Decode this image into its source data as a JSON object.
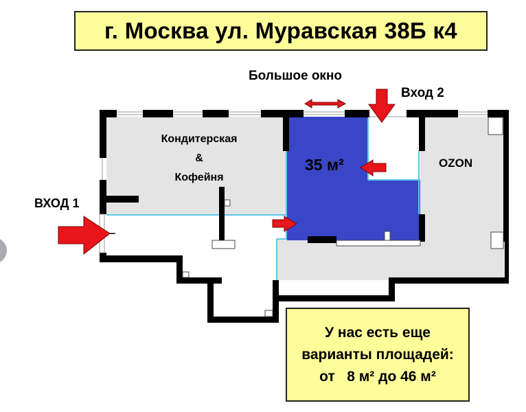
{
  "header": {
    "address": "г. Москва ул. Муравская 38Б к4"
  },
  "plan": {
    "rooms": {
      "cafe": {
        "line1": "Кондитерская",
        "line2": "&",
        "line3": "Кофейня"
      },
      "available_area": "35 м²",
      "ozon": "OZON"
    },
    "labels": {
      "big_window": "Большое окно",
      "entrance_1": "ВХОД 1",
      "entrance_2": "Вход 2"
    },
    "colors": {
      "available_fill": "#3a46c8",
      "room_fill": "#e4e4e4",
      "wall": "#000000",
      "arrow": "#e8151b",
      "outline": "#5cc7e6",
      "note_bg": "#fdfd9a"
    }
  },
  "info": {
    "line1": "У нас есть еще",
    "line2": "варианты площадей:",
    "line3": "от   8 м² до 46 м²"
  }
}
